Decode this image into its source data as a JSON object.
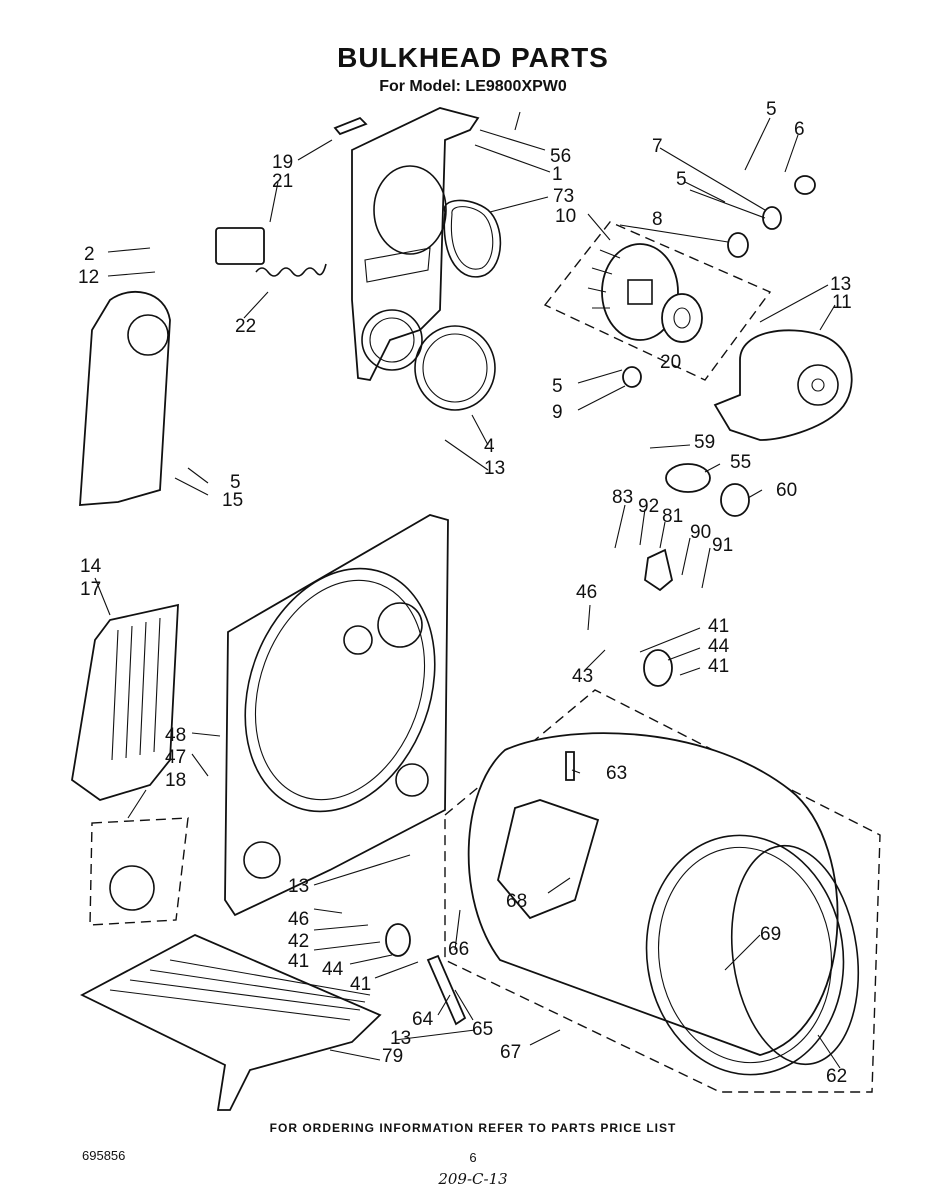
{
  "header": {
    "title": "BULKHEAD PARTS",
    "model": "For Model: LE9800XPW0"
  },
  "callouts": [
    {
      "id": "c5a",
      "label": "5"
    },
    {
      "id": "c6",
      "label": "6"
    },
    {
      "id": "c56",
      "label": "56"
    },
    {
      "id": "c19",
      "label": "19"
    },
    {
      "id": "c21",
      "label": "21"
    },
    {
      "id": "c1",
      "label": "1"
    },
    {
      "id": "c7",
      "label": "7"
    },
    {
      "id": "c73",
      "label": "73"
    },
    {
      "id": "c5b",
      "label": "5"
    },
    {
      "id": "c10",
      "label": "10"
    },
    {
      "id": "c8",
      "label": "8"
    },
    {
      "id": "c2",
      "label": "2"
    },
    {
      "id": "c12",
      "label": "12"
    },
    {
      "id": "c13a",
      "label": "13"
    },
    {
      "id": "c11",
      "label": "11"
    },
    {
      "id": "c22",
      "label": "22"
    },
    {
      "id": "c20",
      "label": "20"
    },
    {
      "id": "c5c",
      "label": "5"
    },
    {
      "id": "c9",
      "label": "9"
    },
    {
      "id": "c4",
      "label": "4"
    },
    {
      "id": "c59",
      "label": "59"
    },
    {
      "id": "c13b",
      "label": "13"
    },
    {
      "id": "c55",
      "label": "55"
    },
    {
      "id": "c5d",
      "label": "5"
    },
    {
      "id": "c15",
      "label": "15"
    },
    {
      "id": "c60",
      "label": "60"
    },
    {
      "id": "c83",
      "label": "83"
    },
    {
      "id": "c92",
      "label": "92"
    },
    {
      "id": "c81",
      "label": "81"
    },
    {
      "id": "c90",
      "label": "90"
    },
    {
      "id": "c91",
      "label": "91"
    },
    {
      "id": "c14",
      "label": "14"
    },
    {
      "id": "c17",
      "label": "17"
    },
    {
      "id": "c46a",
      "label": "46"
    },
    {
      "id": "c41a",
      "label": "41"
    },
    {
      "id": "c44a",
      "label": "44"
    },
    {
      "id": "c41b",
      "label": "41"
    },
    {
      "id": "c43",
      "label": "43"
    },
    {
      "id": "c48",
      "label": "48"
    },
    {
      "id": "c47",
      "label": "47"
    },
    {
      "id": "c63",
      "label": "63"
    },
    {
      "id": "c18",
      "label": "18"
    },
    {
      "id": "c68",
      "label": "68"
    },
    {
      "id": "c13c",
      "label": "13"
    },
    {
      "id": "c46b",
      "label": "46"
    },
    {
      "id": "c42",
      "label": "42"
    },
    {
      "id": "c66",
      "label": "66"
    },
    {
      "id": "c69",
      "label": "69"
    },
    {
      "id": "c41c",
      "label": "41"
    },
    {
      "id": "c44b",
      "label": "44"
    },
    {
      "id": "c41d",
      "label": "41"
    },
    {
      "id": "c64",
      "label": "64"
    },
    {
      "id": "c65",
      "label": "65"
    },
    {
      "id": "c13d",
      "label": "13"
    },
    {
      "id": "c67",
      "label": "67"
    },
    {
      "id": "c79",
      "label": "79"
    },
    {
      "id": "c62",
      "label": "62"
    }
  ],
  "footer": {
    "ordering_note": "FOR ORDERING INFORMATION REFER TO PARTS PRICE LIST",
    "doc_number": "695856",
    "page_number": "6",
    "handwritten_code": "209-C-13"
  }
}
